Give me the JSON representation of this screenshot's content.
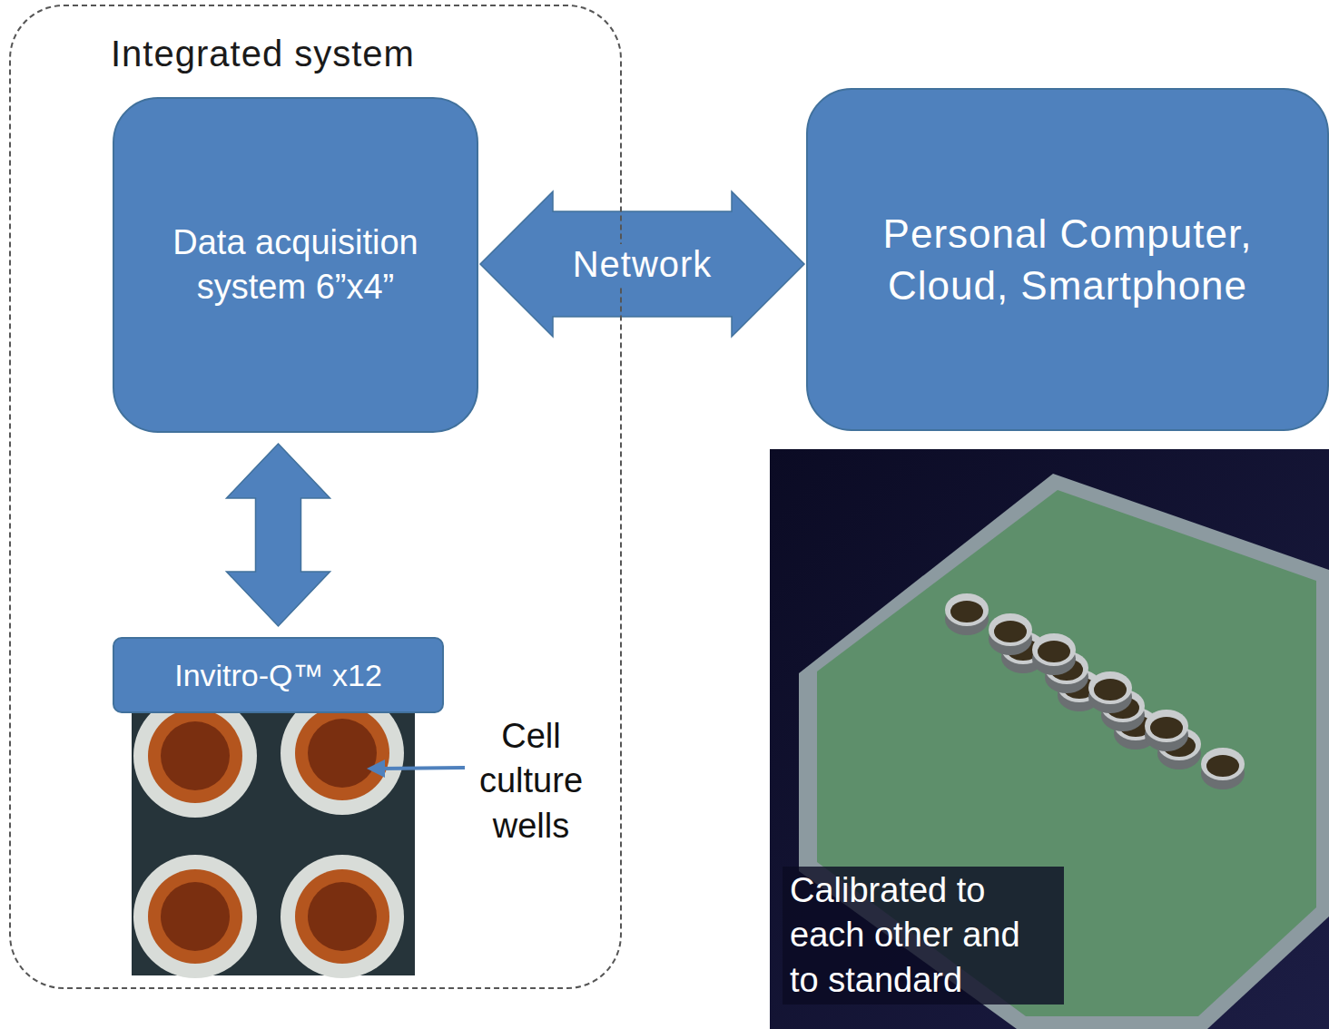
{
  "diagram": {
    "nodes": [
      {
        "text": [
          "Integrated system"
        ]
      },
      {
        "text": [
          "Data acquisition system 6”x4”"
        ],
        "in": 0
      },
      {
        "text": [
          "Personal Computer, Cloud, Smartphone"
        ]
      },
      {
        "text": [
          "Invitro-Q™ x12"
        ],
        "in": 0
      }
    ],
    "edges": [
      {
        "from": 1,
        "to": 2,
        "label": "Network",
        "arrow": "both"
      },
      {
        "from": 1,
        "to": 3,
        "arrow": "both"
      }
    ],
    "labels": [
      "Cell culture wells",
      "Calibrated to each other and to standard"
    ]
  }
}
